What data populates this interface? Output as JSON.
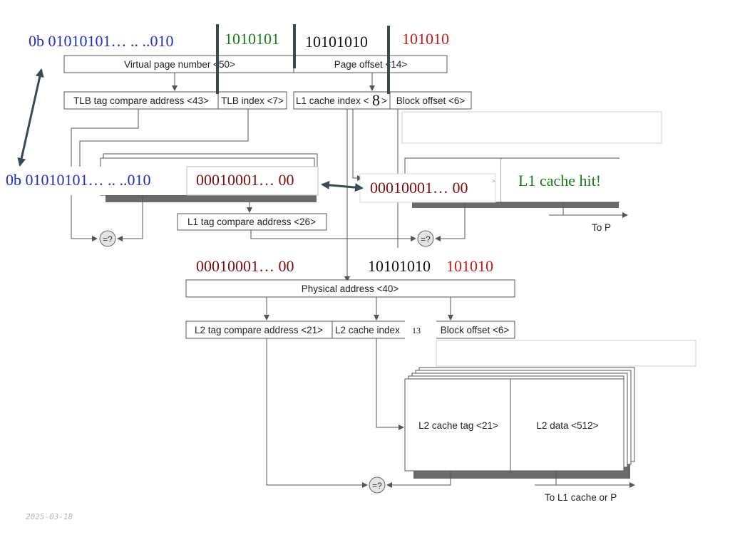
{
  "annotations": {
    "top_addr": "0b 01010101… .. ..010",
    "vpn_bits": "1010101",
    "offset_hi": "10101010",
    "offset_lo": "101010",
    "side_addr": "0b 01010101… .. ..010",
    "tlb_data": "00010001… 00",
    "l1_tag": "00010001… 00",
    "l1_index_bits": "8",
    "l1_hit": "L1 cache hit!",
    "pa_hi": "00010001… 00",
    "pa_mid": "10101010",
    "pa_lo": "101010",
    "l2_index_bits": "13"
  },
  "fields": {
    "vpn": "Virtual page number <50>",
    "page_offset": "Page offset <14>",
    "tlb_tag": "TLB tag compare address <43>",
    "tlb_index": "TLB index <7>",
    "l1_index": "L1 cache index <",
    "l1_index_gt": ">",
    "block_offset": "Block offset <6>",
    "l1_tag_cmp": "L1 tag compare address <26>",
    "physical": "Physical address <40>",
    "l2_tag_cmp": "L2 tag compare address <21>",
    "l2_index": "L2 cache index",
    "l2_block_offset": "Block offset  <6>",
    "l2_cache_tag": "L2 cache tag <21>",
    "l2_data": "L2 data <512>",
    "cmp": "=?",
    "to_p": "To  P",
    "to_l1": "To L1 cache or  P"
  },
  "date": "2025-03-18"
}
